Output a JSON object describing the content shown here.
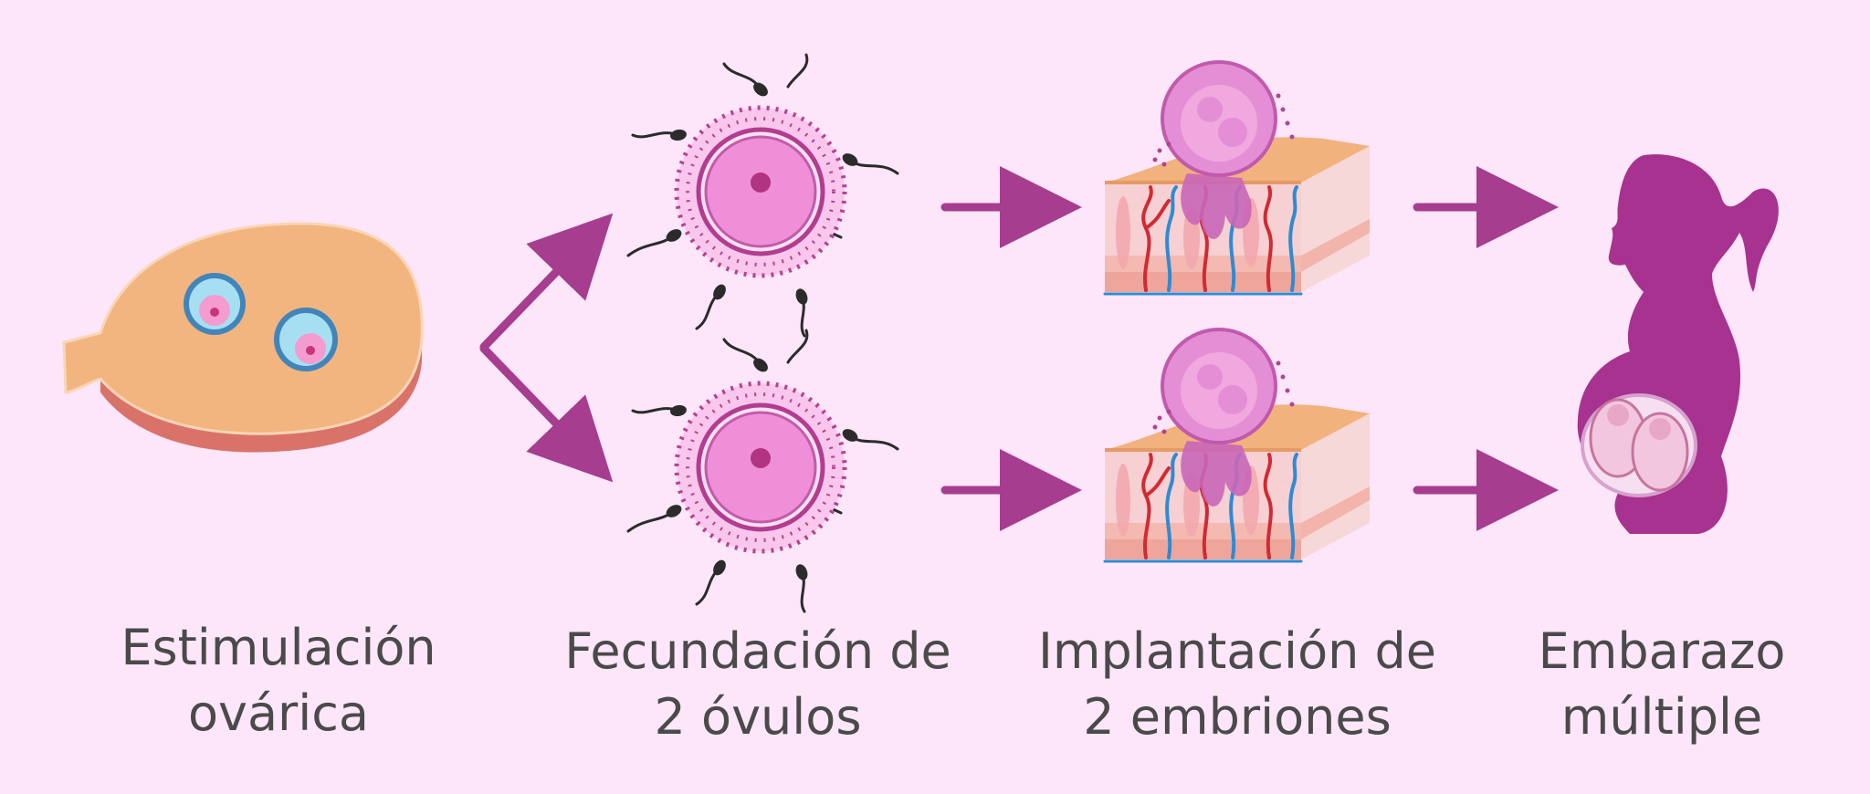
{
  "steps": [
    {
      "line1": "Estimulación",
      "line2": "ovárica"
    },
    {
      "line1": "Fecundación de",
      "line2": "2 óvulos"
    },
    {
      "line1": "Implantación de",
      "line2": "2 embriones"
    },
    {
      "line1": "Embarazo",
      "line2": "múltiple"
    }
  ],
  "colors": {
    "background": "#fde6f9",
    "arrow": "#a63d8f",
    "ovary": "#f2b57f",
    "ovary_side": "#d9736a",
    "ovum": "#ef8fd8",
    "silhouette": "#a8328f",
    "text": "#4a4a4a"
  },
  "icons": [
    "ovary-icon",
    "fertilized-ovum-icon",
    "endometrium-implantation-icon",
    "pregnant-woman-twins-icon"
  ]
}
